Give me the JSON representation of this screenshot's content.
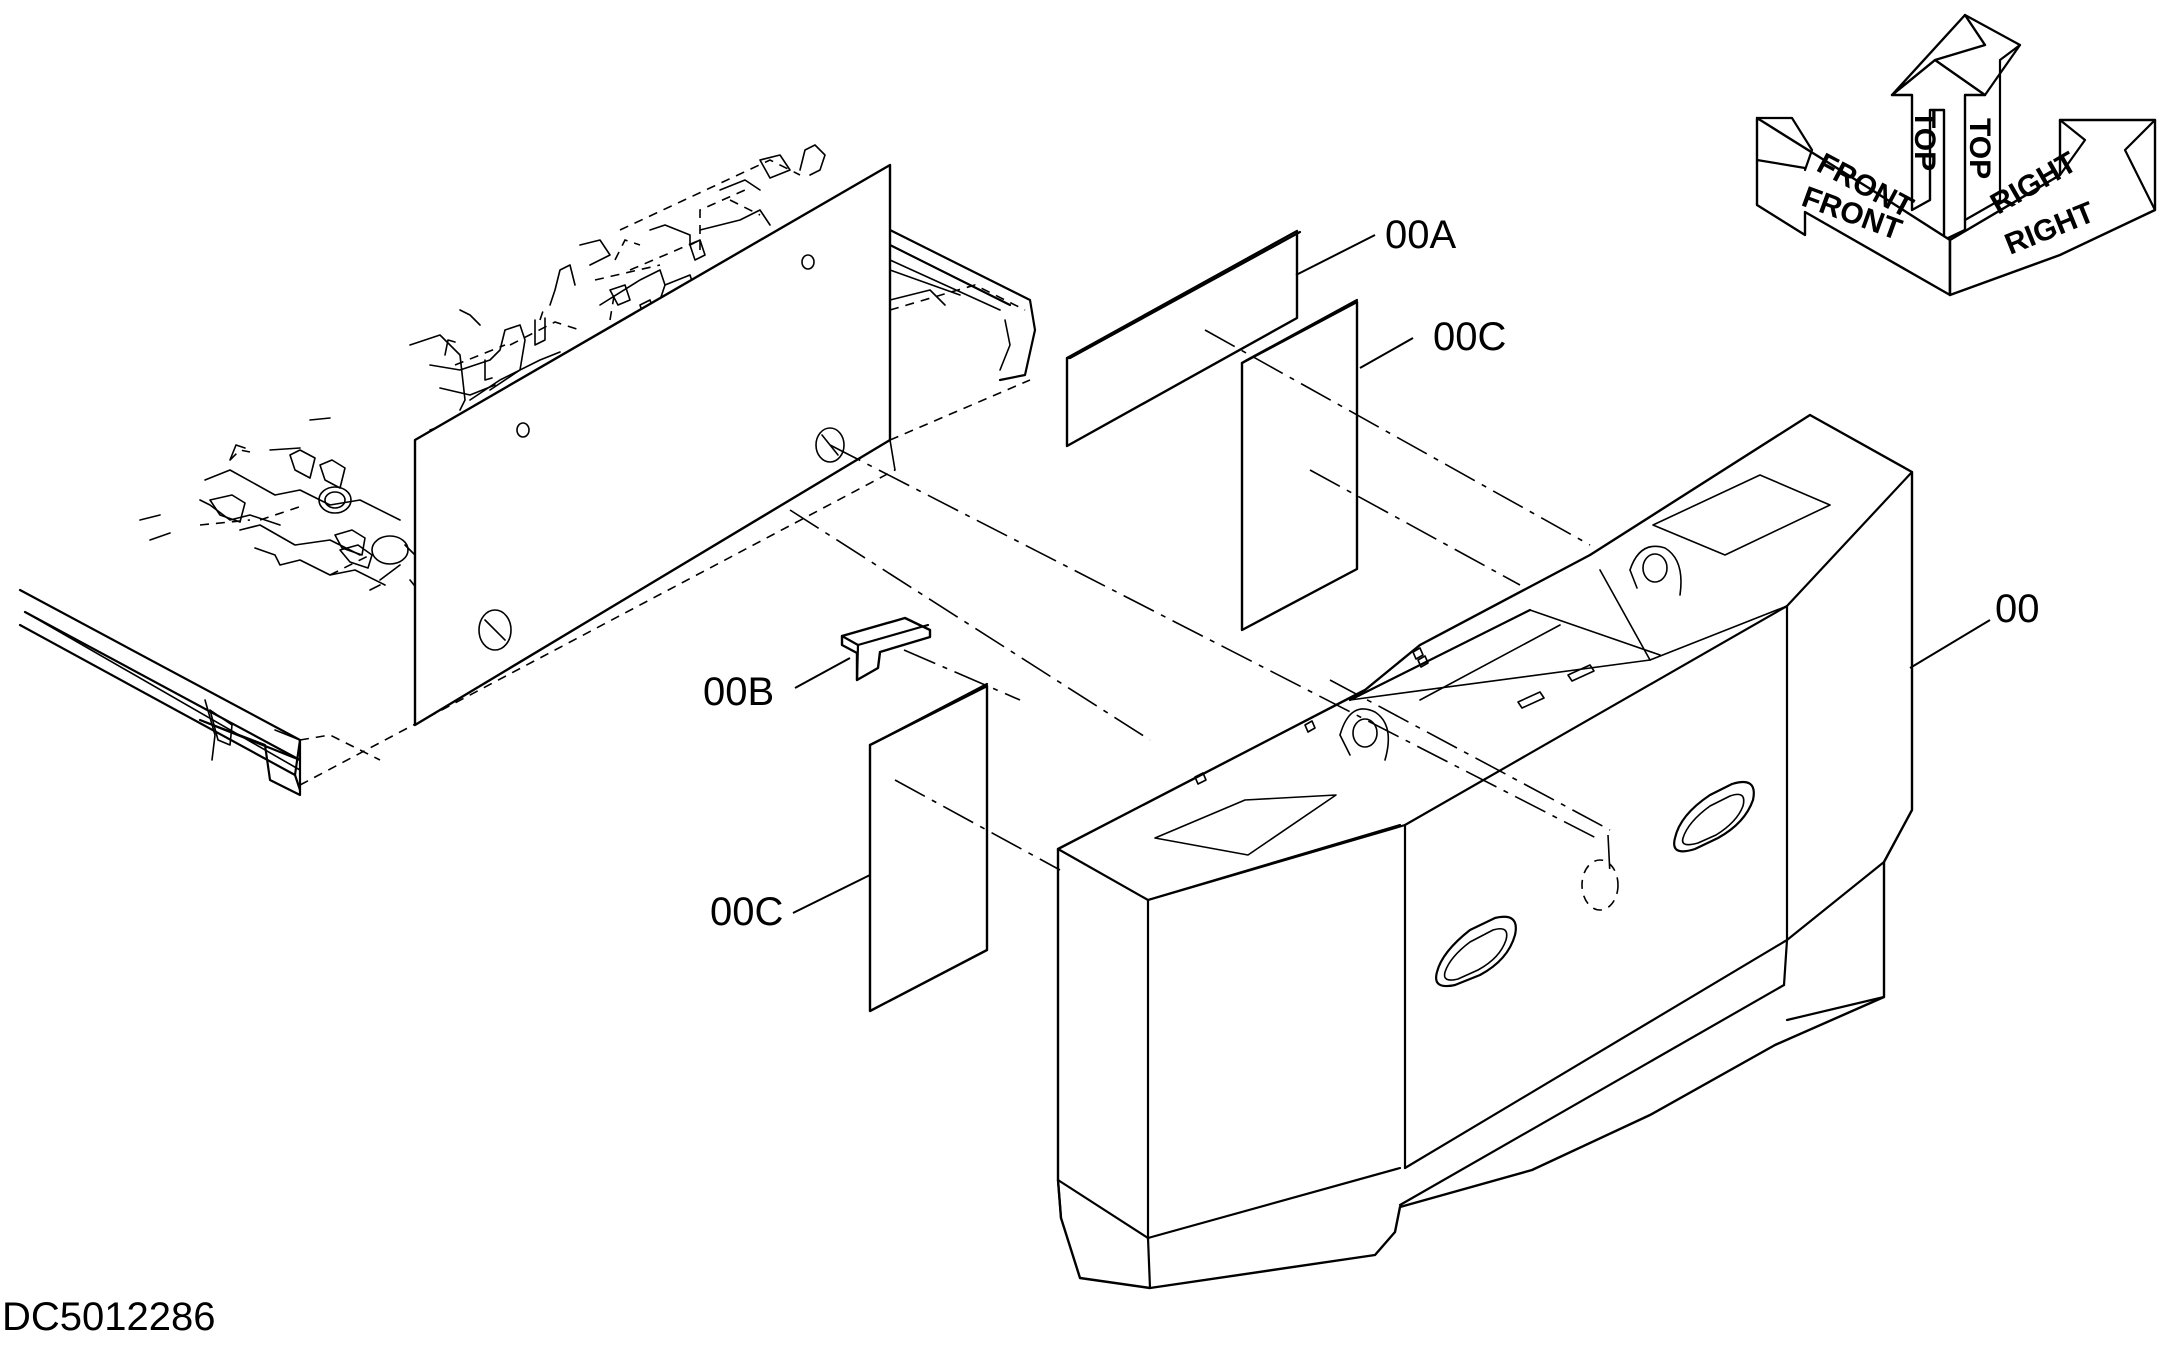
{
  "callouts": {
    "part_00": "00",
    "part_00a": "00A",
    "part_00b": "00B",
    "part_00c_upper": "00C",
    "part_00c_lower": "00C"
  },
  "orientation": {
    "top": "TOP",
    "front": "FRONT",
    "right": "RIGHT"
  },
  "document_id": "DC5012286"
}
